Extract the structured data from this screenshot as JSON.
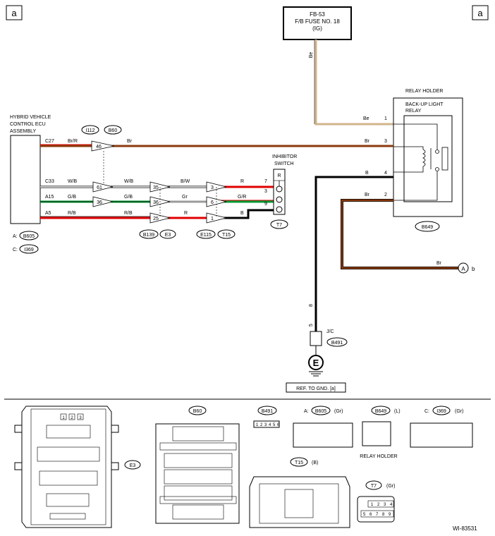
{
  "corner_labels": [
    "a",
    "a"
  ],
  "fuse": {
    "line1": "FB-53",
    "line2": "F/B FUSE NO. 18",
    "line3": "(IG)"
  },
  "ecu": {
    "line1": "HYBRID VEHICLE",
    "line2": "CONTROL ECU",
    "line3": "ASSEMBLY",
    "conn_a_prefix": "A:",
    "conn_a": "B605",
    "conn_c_prefix": "C:",
    "conn_c": "I369"
  },
  "relay": {
    "holder": "RELAY HOLDER",
    "line1": "BACK-UP LIGHT",
    "line2": "RELAY",
    "conn": "B649"
  },
  "inhibitor": {
    "line1": "INHIBITOR",
    "line2": "SWITCH",
    "conn": "T7",
    "terminal_r": "R"
  },
  "wire_colors": {
    "Be": "#d2b48c",
    "Br": "#8b3a0e",
    "B": "#000000",
    "R": "#e00000",
    "G": "#009933",
    "W": "#ffffff"
  },
  "top_connectors": {
    "i112": "I112",
    "b60": "B60"
  },
  "bottom_connectors": {
    "b139": "B139",
    "e3": "E3",
    "e115": "E115",
    "t15": "T15"
  },
  "wires": {
    "be_vertical": "Be",
    "be_pin_label": "Be",
    "be_pin": "1",
    "br_pin3_label": "Br",
    "br_pin3": "3",
    "b_pin4_label": "B",
    "b_pin4": "4",
    "br_pin2_label": "Br",
    "br_pin2": "2",
    "c27": "C27",
    "c27_col": "Br/R",
    "pin_46": "46",
    "c27_br": "Br",
    "c33": "C33",
    "c33_col": "W/B",
    "pin_61": "61",
    "c33_col2": "W/B",
    "pin_35": "35",
    "c33_col3": "B/W",
    "pin_3": "3",
    "c33_col4": "R",
    "sw_7": "7",
    "a15": "A15",
    "a15_col": "G/B",
    "pin_36": "36",
    "a15_col2": "G/B",
    "pin_36b": "36",
    "a15_col3": "Gr",
    "pin_6": "6",
    "a15_col4": "G/R",
    "sw_3": "3",
    "a5": "A5",
    "a5_col": "R/B",
    "a5_col2": "R/B",
    "pin_25": "25",
    "a5_col3": "R",
    "pin_1": "1",
    "a5_col4": "B",
    "sw_9": "9",
    "ground_8": "8",
    "ground_5": "5",
    "jc": "J/C",
    "ground_conn": "B491",
    "ground_symbol": "E",
    "ref_gnd": "REF. TO GND. [a]",
    "to_a": "A",
    "to_b": "b",
    "to_a_col": "Br"
  },
  "bottom": {
    "e3": "E3",
    "b60": "B60",
    "b491": "B491",
    "b491_pins": [
      "1",
      "2",
      "3",
      "4",
      "5",
      "6"
    ],
    "b605_prefix": "A:",
    "b605": "B605",
    "b605_col": "(Gr)",
    "b649": "B649",
    "b649_col": "(L)",
    "relay_holder": "RELAY HOLDER",
    "i369_prefix": "C:",
    "i369": "I369",
    "i369_col": "(Gr)",
    "t15": "T15",
    "t15_col": "(B)",
    "t7": "T7",
    "t7_col": "(Gr)",
    "t7_pins": [
      "1",
      "2",
      "3",
      "4",
      "5",
      "6",
      "7",
      "8",
      "9"
    ],
    "figure_id": "WI-83531"
  }
}
